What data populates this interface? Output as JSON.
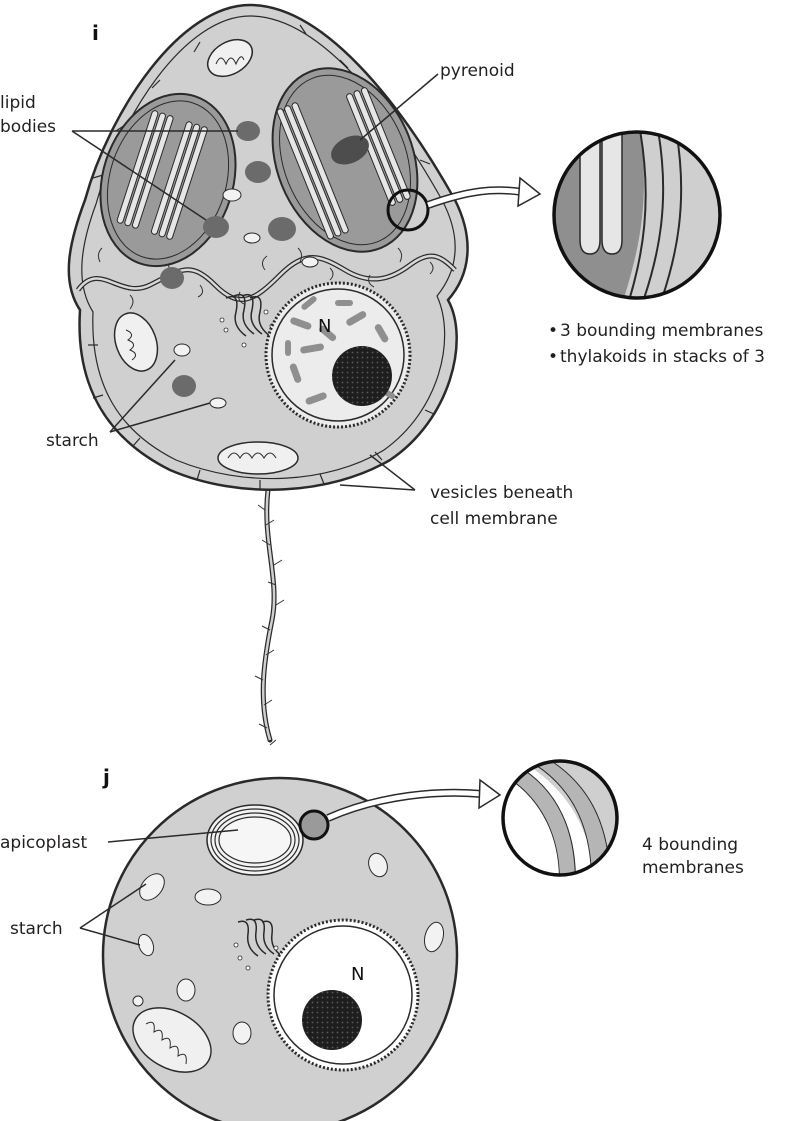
{
  "figure_i": {
    "panel_label": "i",
    "labels": {
      "lipid_line1": "lipid",
      "lipid_line2": "bodies",
      "pyrenoid": "pyrenoid",
      "starch": "starch",
      "vesicles_line1": "vesicles beneath",
      "vesicles_line2": "cell membrane",
      "nucleus": "N"
    },
    "inset_notes": [
      "3 bounding membranes",
      "thylakoids in stacks of 3"
    ],
    "bullet": "•"
  },
  "figure_j": {
    "panel_label": "j",
    "labels": {
      "apicoplast": "apicoplast",
      "starch": "starch",
      "nucleus": "N",
      "bounding_line1": "4 bounding",
      "bounding_line2": "membranes"
    }
  },
  "colors": {
    "cytoplasm": "#d0d0d0",
    "chloroplast": "#9a9a9a",
    "lipid": "#6b6b6b",
    "nucleolus": "#1e1e1e",
    "outline": "#2a2a2a"
  }
}
